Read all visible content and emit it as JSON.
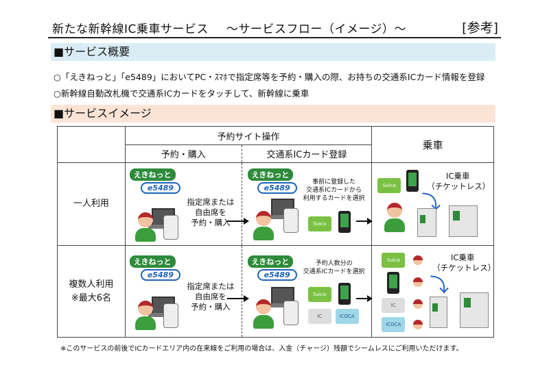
{
  "header": {
    "title": "新たな新幹線IC乗車サービス",
    "subtitle": "～サービスフロー（イメージ）～",
    "reference": "[参考]"
  },
  "overview": {
    "heading": "■サービス概要",
    "bullets": [
      "○「えきねっと」「e5489」においてPC・ｽﾏﾎで指定席等を予約・購入の際、お持ちの交通系ICカード情報を登録",
      "○新幹線自動改札機で交通系ICカードをタッチして、新幹線に乗車"
    ]
  },
  "image_section": {
    "heading": "■サービスイメージ",
    "table": {
      "group_header": "予約サイト操作",
      "col_reserve": "予約・購入",
      "col_register": "交通系ICカード登録",
      "col_board": "乗車",
      "rows": [
        {
          "label": "一人利用",
          "label_sub": "",
          "reserve_text": [
            "指定席または",
            "自由席を",
            "予約・購入"
          ],
          "register_text": [
            "事前に登録した",
            "交通系ICカードから",
            "利用するカードを選択"
          ],
          "board_text": [
            "IC乗車",
            "（チケットレス）"
          ]
        },
        {
          "label": "複数人利用",
          "label_sub": "※最大6名",
          "reserve_text": [
            "指定席または",
            "自由席を",
            "予約・購入"
          ],
          "register_text": [
            "予約人数分の",
            "交通系ICカードを選択"
          ],
          "board_text": [
            "IC乗車",
            "（チケットレス）"
          ]
        }
      ]
    }
  },
  "logos": {
    "ekinet": "えきねっと",
    "e5489": "e5489",
    "suica": "Suica",
    "icoca": "ICOCA"
  },
  "colors": {
    "overview_bg": "#dbedf4",
    "image_bg": "#fbe4d6",
    "jr_green": "#2e8b3a",
    "arrow_blue": "#1d63c7"
  },
  "footer_note": "※このサービスの前後でICカードエリア内の在来線をご利用の場合は、入金（チャージ）残額でシームレスにご利用いただけます。"
}
